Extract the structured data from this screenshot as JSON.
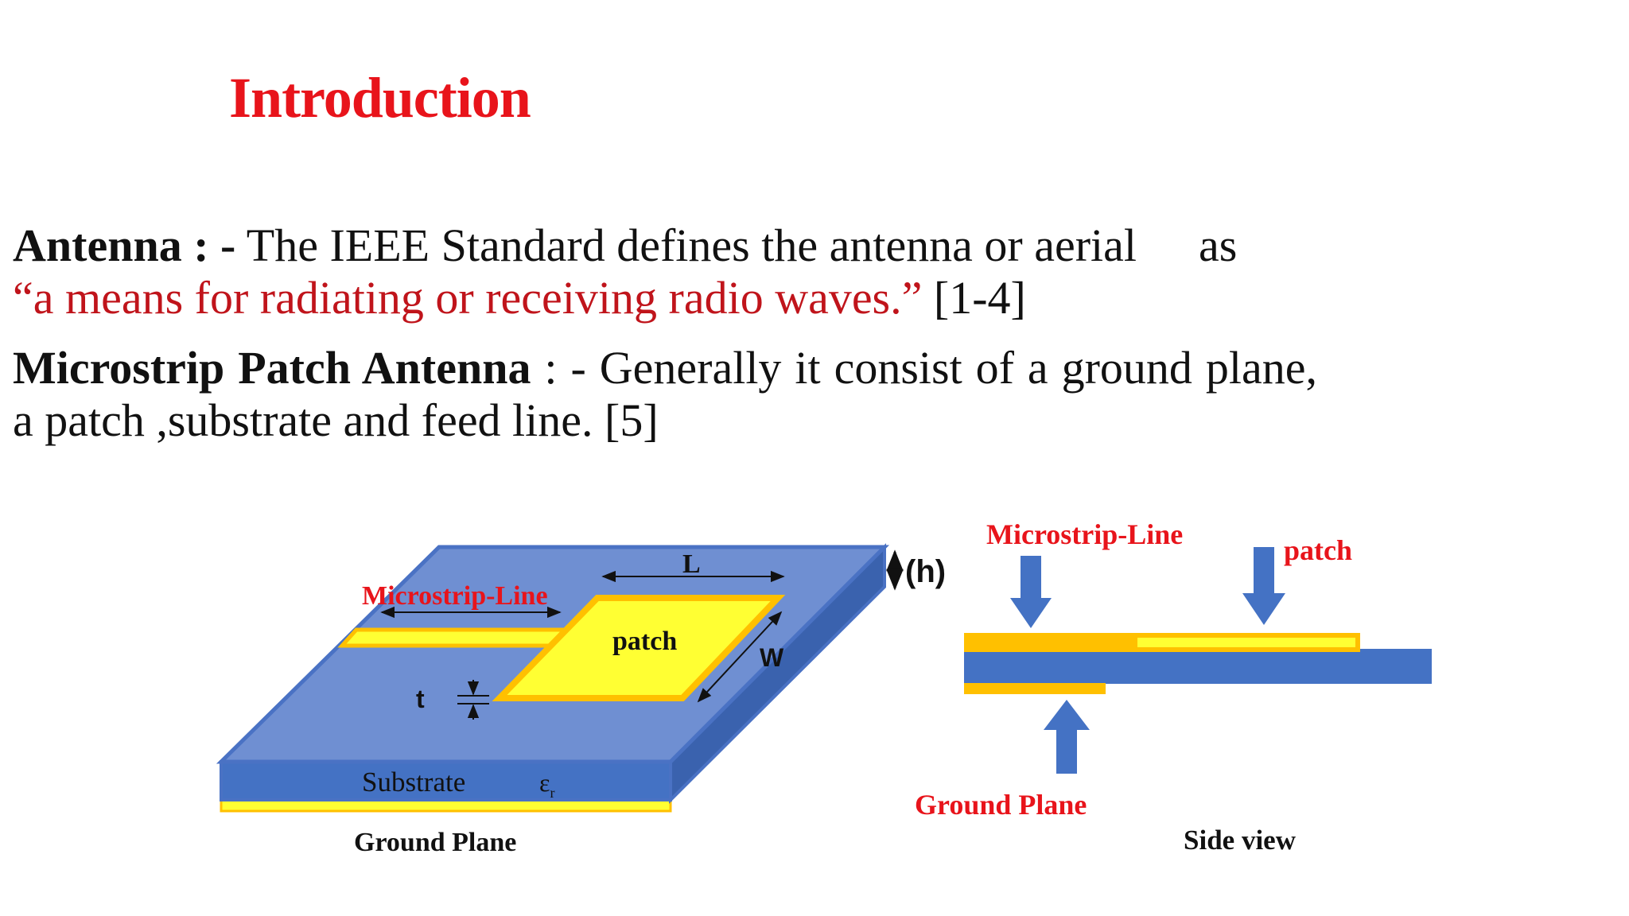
{
  "slide": {
    "title": "Introduction",
    "antenna": {
      "term": "Antenna : -",
      "text": " The IEEE Standard defines the antenna or aerial",
      "as": "as",
      "quote": "“a means for radiating or receiving radio waves.”",
      "ref": " [1-4]"
    },
    "microstrip": {
      "term": "Microstrip Patch Antenna",
      "text": " : - Generally it consist of a ground plane, a patch ,substrate and feed line. [5]"
    }
  },
  "diagram_3d": {
    "microstrip_line": "Microstrip-Line",
    "length": "L",
    "height": "(h)",
    "patch": "patch",
    "width": "W",
    "thickness": "t",
    "substrate": "Substrate",
    "epsilon": "ε",
    "epsilon_sub": "r",
    "ground_plane": "Ground Plane"
  },
  "diagram_side": {
    "microstrip_line": "Microstrip-Line",
    "patch": "patch",
    "ground_plane": "Ground Plane",
    "caption": "Side view"
  },
  "colors": {
    "title_red": "#e8141b",
    "quote_red": "#c0141b",
    "substrate_top": "#6f8fd2",
    "substrate_front": "#4472c4",
    "substrate_side": "#3a62ae",
    "border_blue": "#4a72c4",
    "conductor_yellow": "#ffff33",
    "conductor_orange": "#ffc000"
  }
}
